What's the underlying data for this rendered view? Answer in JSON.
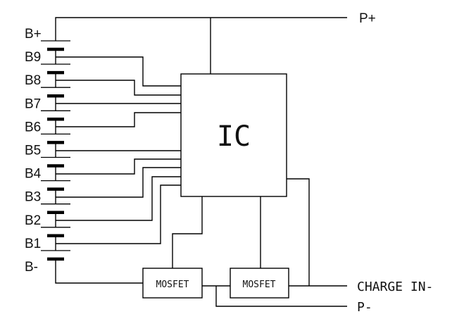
{
  "diagram": {
    "type": "battery-management-schematic",
    "ic": {
      "label": "IC"
    },
    "mosfets": [
      {
        "id": "discharge",
        "label": "MOSFET"
      },
      {
        "id": "charge",
        "label": "MOSFET"
      }
    ],
    "cell_labels": [
      "B+",
      "B9",
      "B8",
      "B7",
      "B6",
      "B5",
      "B4",
      "B3",
      "B2",
      "B1",
      "B-"
    ],
    "terminals": {
      "p_plus": "P+",
      "charge_in_minus": "CHARGE IN-",
      "p_minus": "P-"
    },
    "colors": {
      "line": "#000000",
      "background": "#ffffff"
    }
  }
}
